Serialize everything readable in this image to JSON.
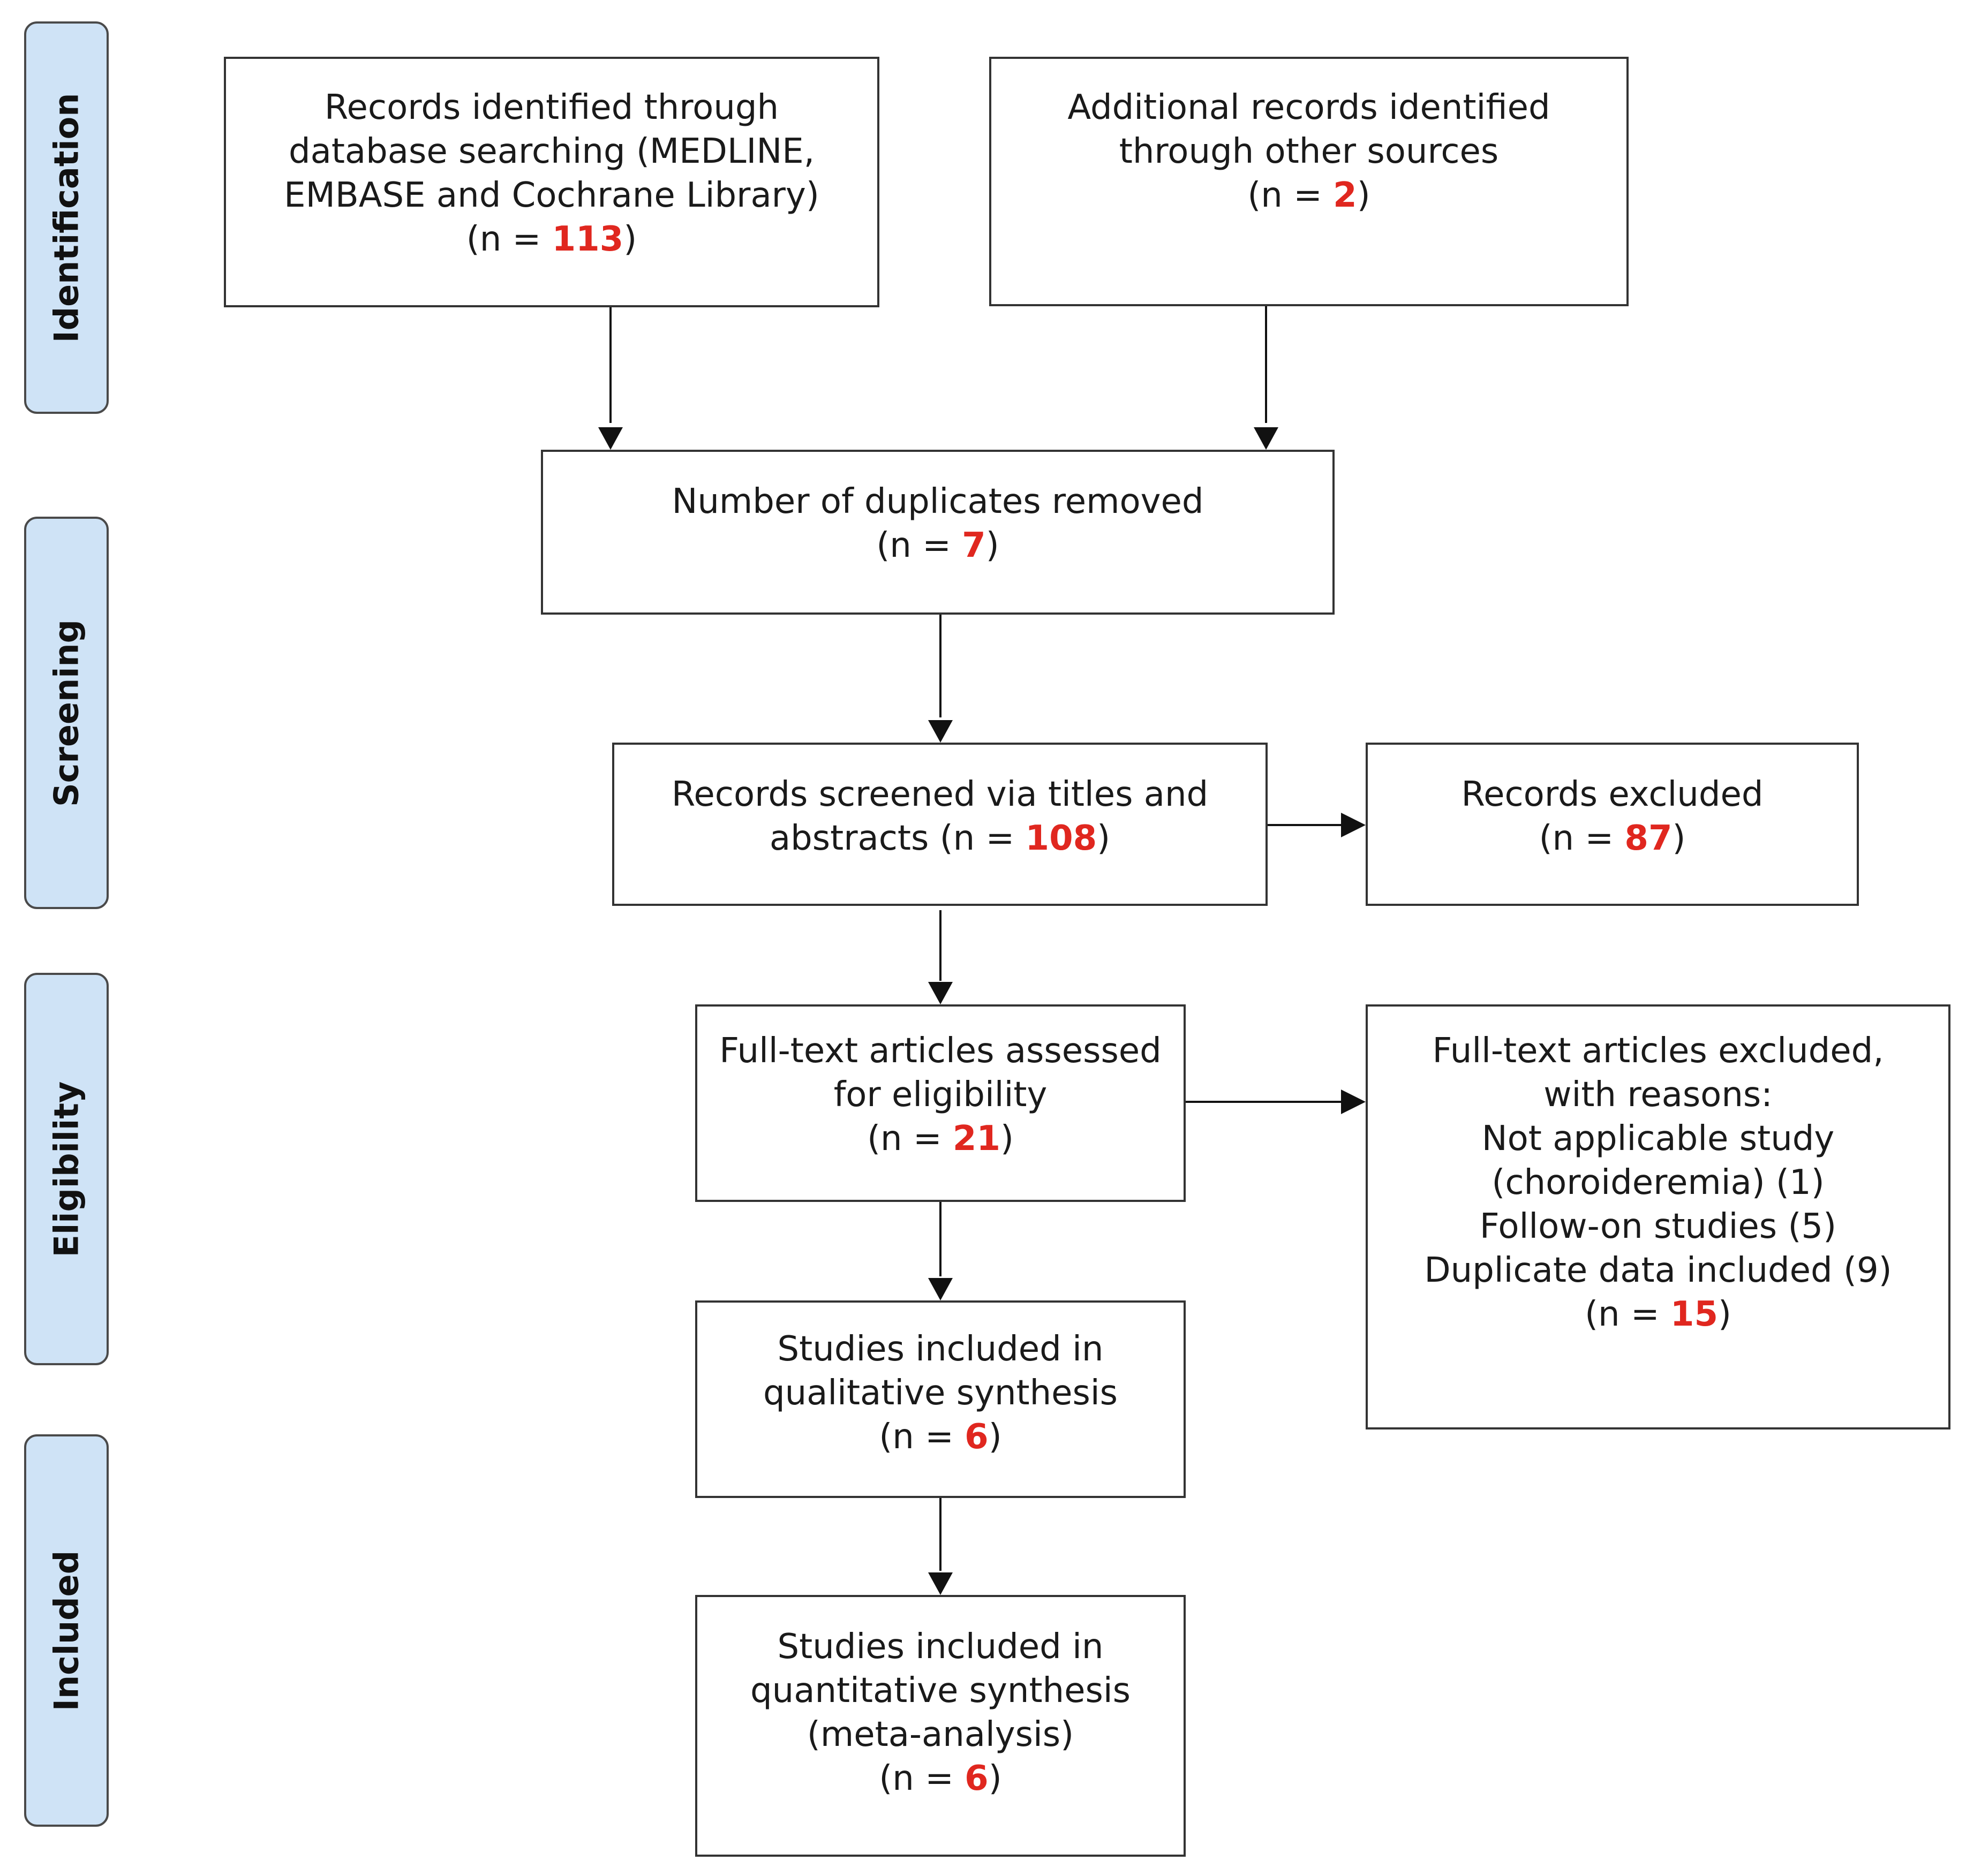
{
  "phases": {
    "identification": "Identification",
    "screening": "Screening",
    "eligibility": "Eligibility",
    "included": "Included"
  },
  "boxes": {
    "database": {
      "lines": [
        "Records identified through",
        "database searching (MEDLINE,",
        "EMBASE and Cochrane Library)"
      ],
      "n": "113"
    },
    "other_sources": {
      "lines": [
        "Additional records identified",
        "through other sources"
      ],
      "n": "2"
    },
    "duplicates": {
      "lines": [
        "Number of duplicates removed"
      ],
      "n": "7"
    },
    "screened": {
      "line1": "Records screened via titles and",
      "line2_prefix": "abstracts (n = ",
      "n": "108",
      "line2_suffix": ")"
    },
    "excluded": {
      "lines": [
        "Records excluded"
      ],
      "n": "87"
    },
    "full_text": {
      "lines": [
        "Full-text articles assessed",
        "for eligibility"
      ],
      "n": "21"
    },
    "full_text_excluded": {
      "lines": [
        "Full-text articles excluded,",
        "with reasons:",
        "Not applicable study",
        "(choroideremia) (1)",
        "Follow-on studies (5)",
        "Duplicate data included (9)"
      ],
      "n": "15"
    },
    "qualitative": {
      "lines": [
        "Studies included in",
        "qualitative synthesis"
      ],
      "n": "6"
    },
    "quantitative": {
      "lines": [
        "Studies included in",
        "quantitative synthesis",
        "(meta-analysis)"
      ],
      "n": "6"
    }
  },
  "count_prefix": "(n = ",
  "count_suffix": ")",
  "colors": {
    "count_highlight": "#e0271f",
    "phase_fill": "#cfe3f6",
    "border": "#333333"
  }
}
